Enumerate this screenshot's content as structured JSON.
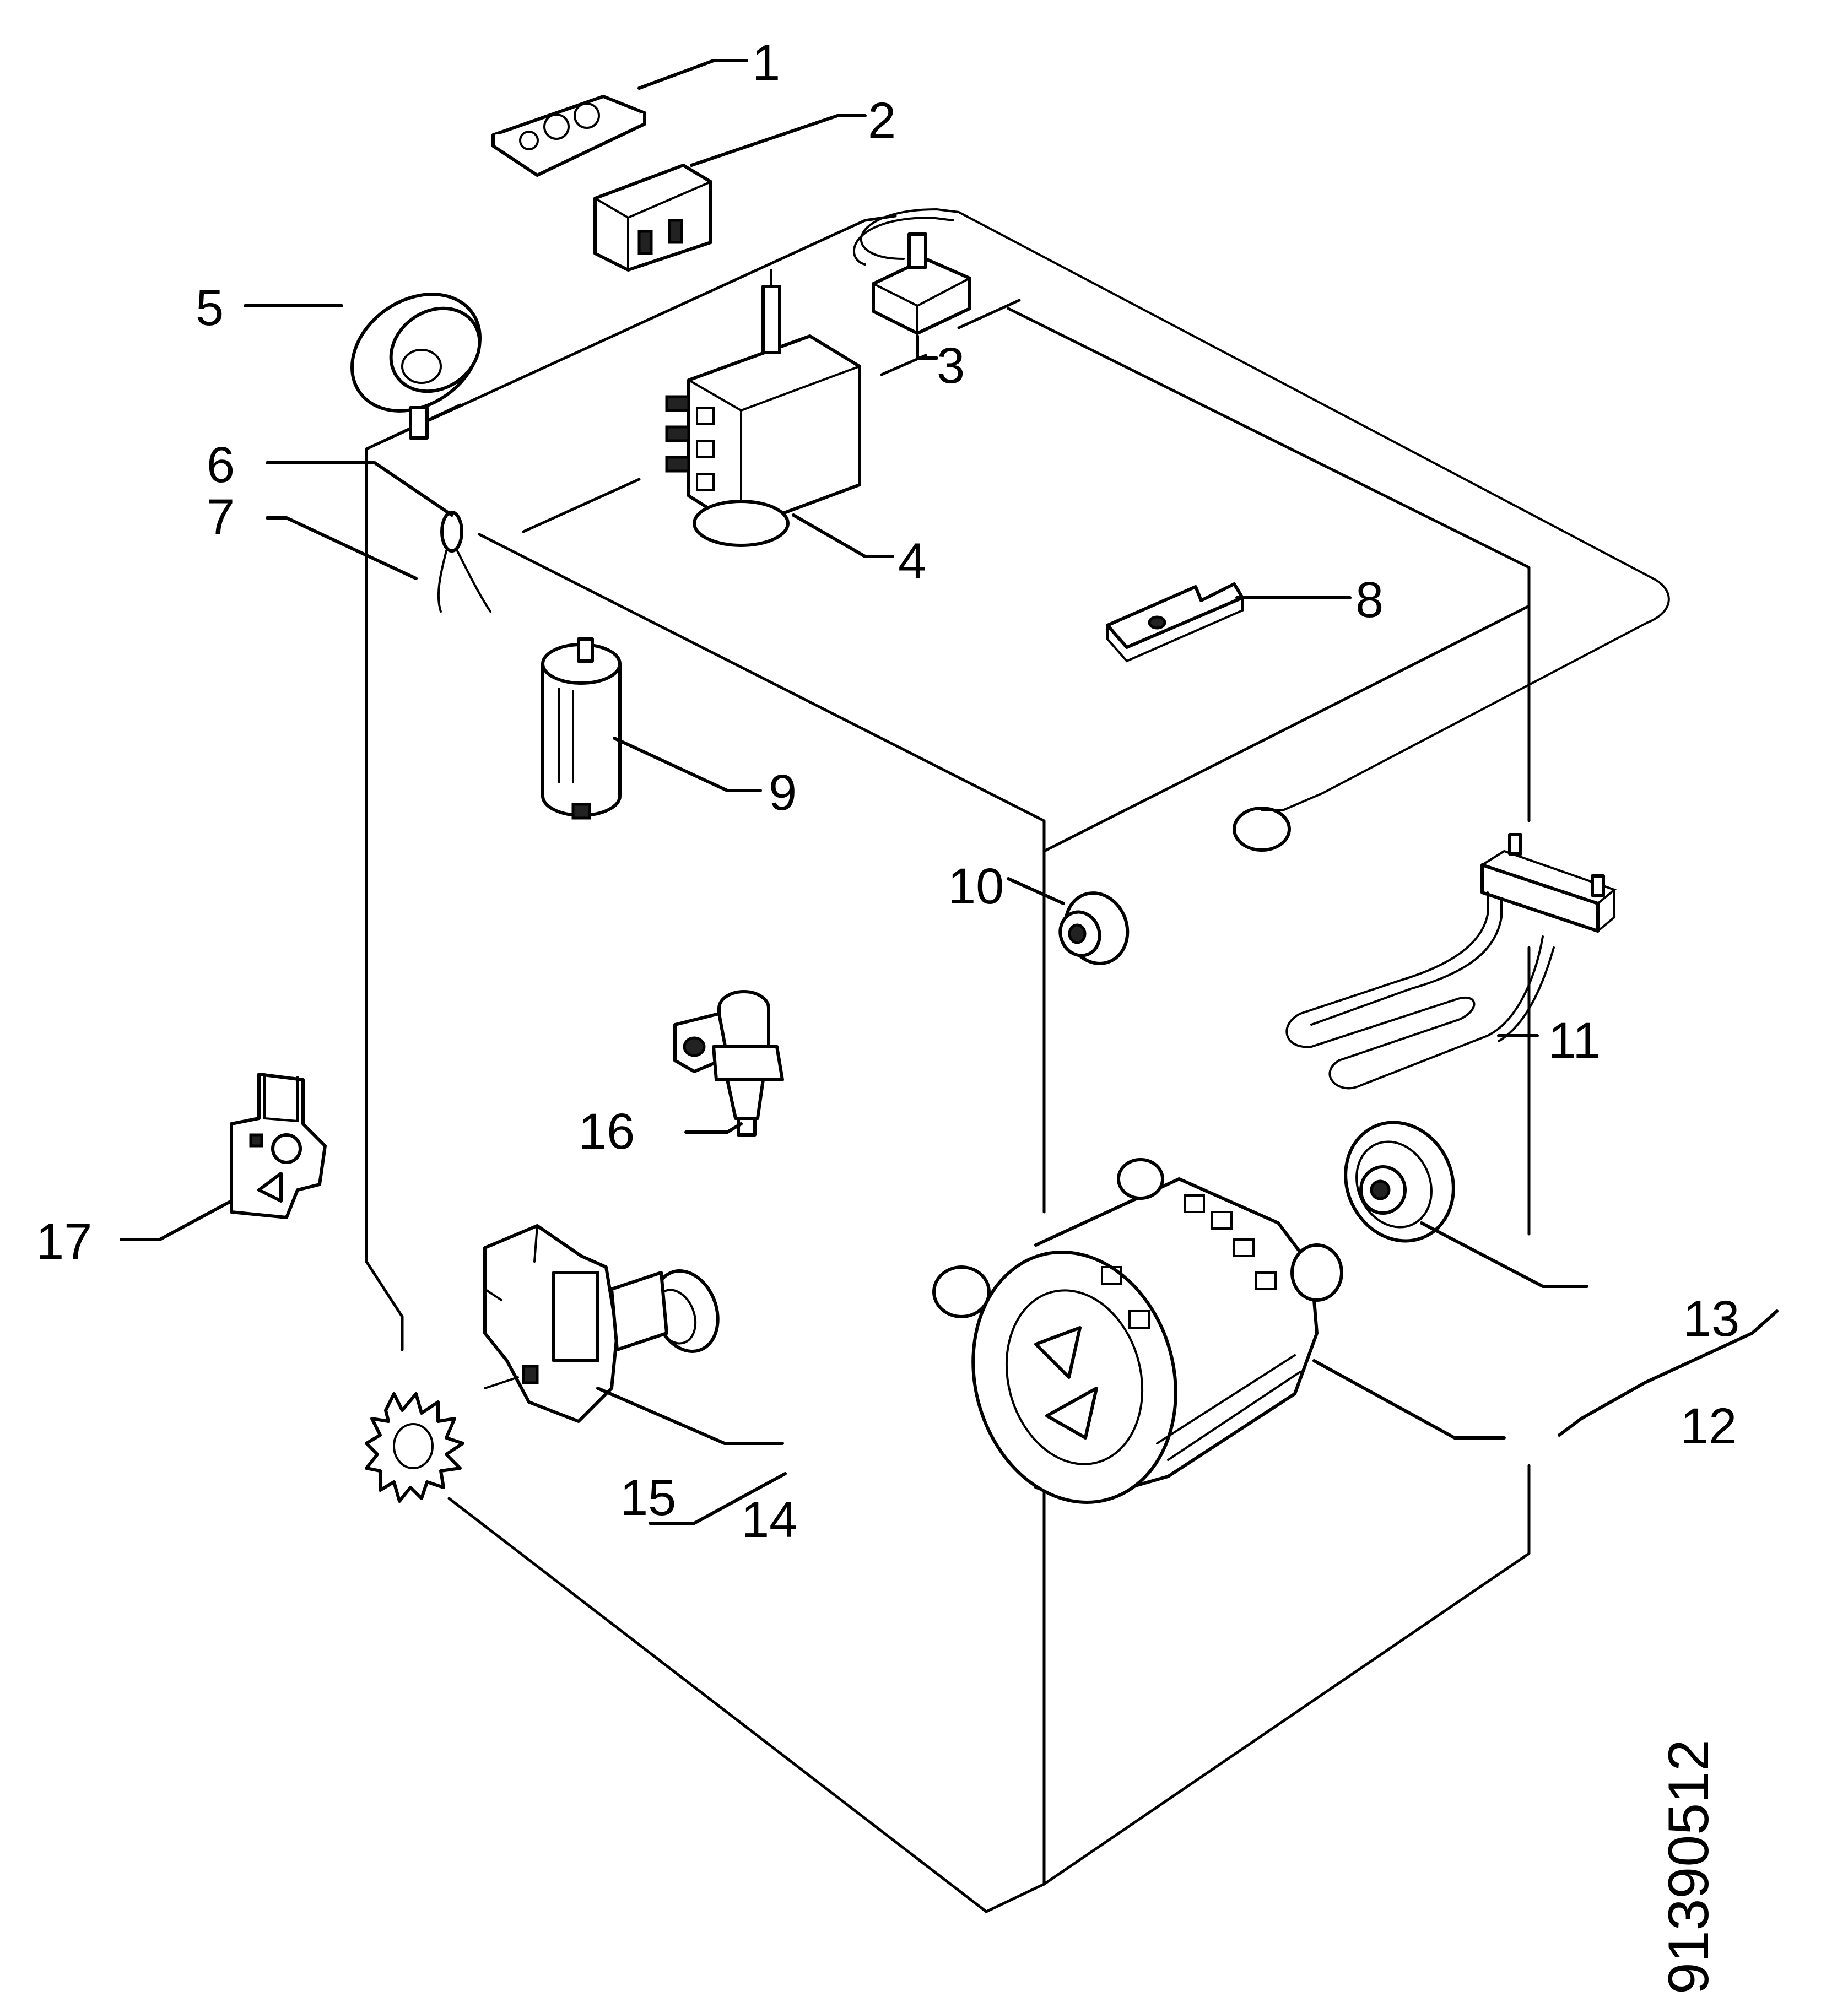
{
  "labels": [
    "1",
    "2",
    "3",
    "4",
    "5",
    "6",
    "7",
    "8",
    "9",
    "10",
    "11",
    "12",
    "13",
    "14",
    "15",
    "16",
    "17"
  ],
  "drawing_code": "91390512"
}
